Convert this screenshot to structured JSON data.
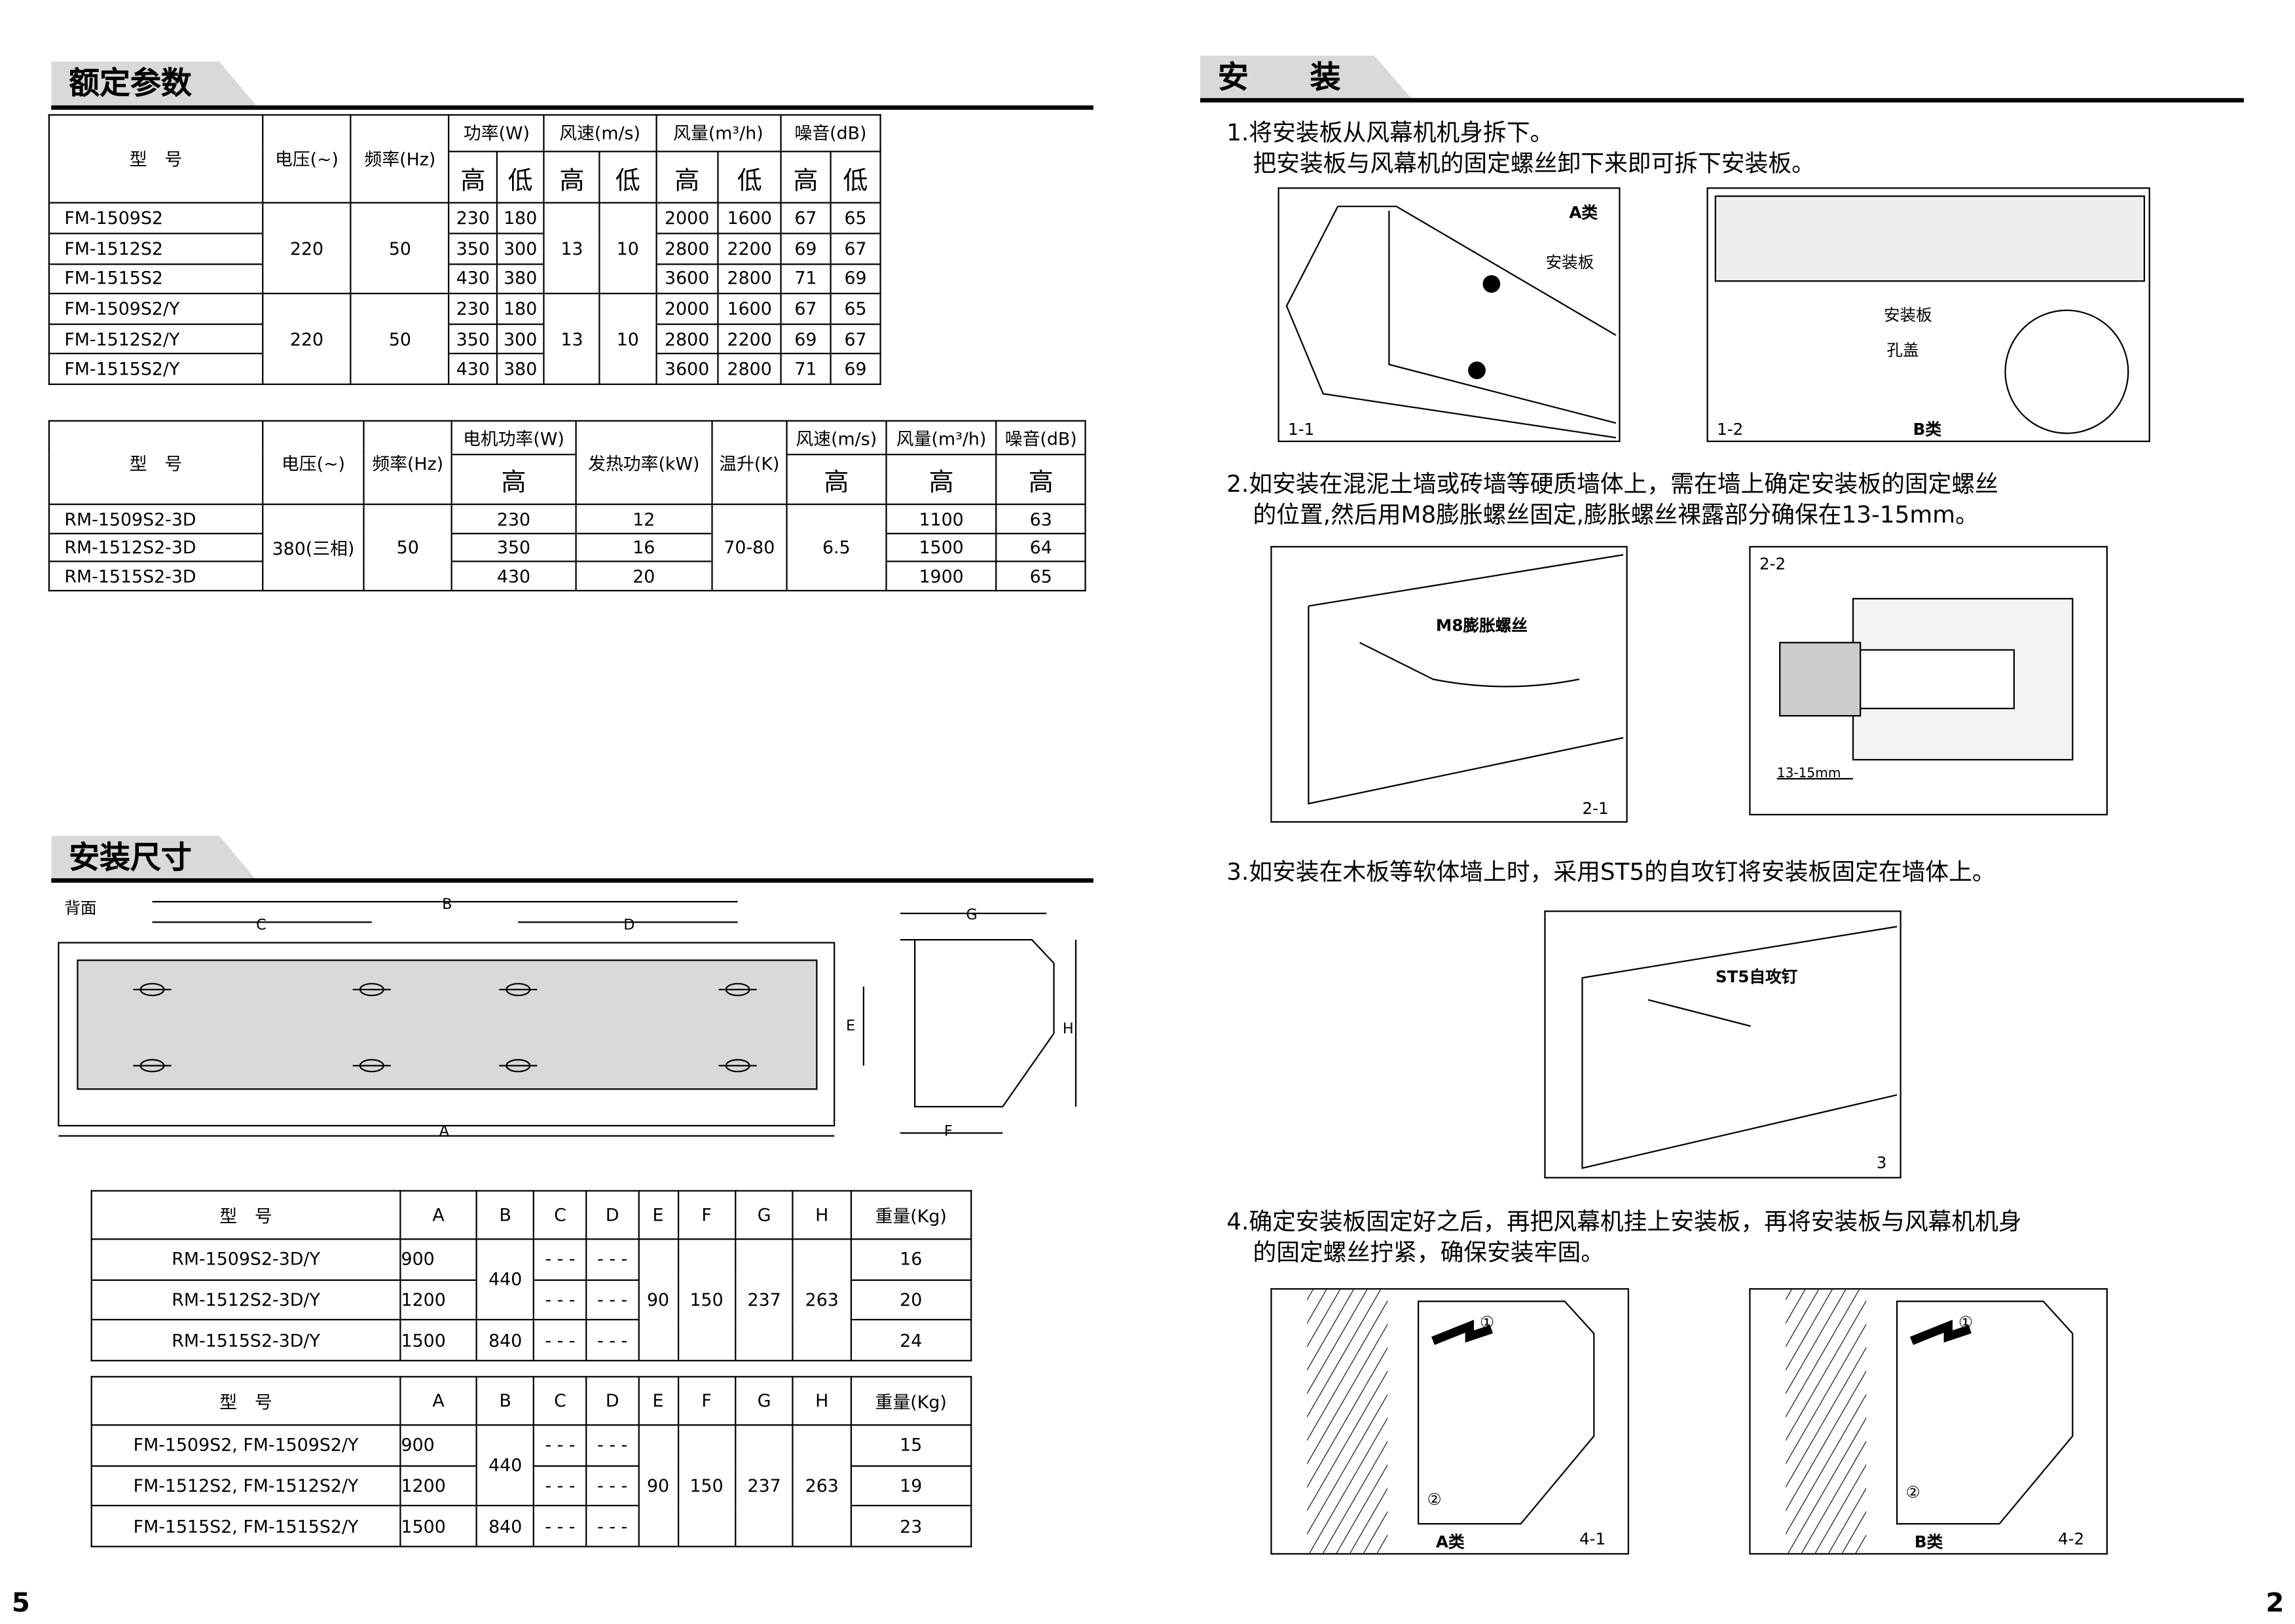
{
  "left": {
    "section1": "额定参数",
    "t1": {
      "h": [
        "型　号",
        "电压(~)",
        "频率(Hz)",
        "功率(W)",
        "风速(m/s)",
        "风量(m³/h)",
        "噪音(dB)"
      ],
      "hi": "高",
      "lo": "低",
      "groups": [
        {
          "v": "220",
          "f": "50",
          "ws": [
            "13",
            "10"
          ],
          "rows": [
            [
              "FM-1509S2",
              "230",
              "180",
              "2000",
              "1600",
              "67",
              "65"
            ],
            [
              "FM-1512S2",
              "350",
              "300",
              "2800",
              "2200",
              "69",
              "67"
            ],
            [
              "FM-1515S2",
              "430",
              "380",
              "3600",
              "2800",
              "71",
              "69"
            ]
          ]
        },
        {
          "v": "220",
          "f": "50",
          "ws": [
            "13",
            "10"
          ],
          "rows": [
            [
              "FM-1509S2/Y",
              "230",
              "180",
              "2000",
              "1600",
              "67",
              "65"
            ],
            [
              "FM-1512S2/Y",
              "350",
              "300",
              "2800",
              "2200",
              "69",
              "67"
            ],
            [
              "FM-1515S2/Y",
              "430",
              "380",
              "3600",
              "2800",
              "71",
              "69"
            ]
          ]
        }
      ]
    },
    "t2": {
      "h": [
        "型　号",
        "电压(~)",
        "频率(Hz)",
        "电机功率(W)",
        "发热功率(kW)",
        "温升(K)",
        "风速(m/s)",
        "风量(m³/h)",
        "噪音(dB)"
      ],
      "hi": "高",
      "v": "380(三相)",
      "f": "50",
      "temp": "70-80",
      "ws": "6.5",
      "rows": [
        [
          "RM-1509S2-3D",
          "230",
          "12",
          "1100",
          "63"
        ],
        [
          "RM-1512S2-3D",
          "350",
          "16",
          "1500",
          "64"
        ],
        [
          "RM-1515S2-3D",
          "430",
          "20",
          "1900",
          "65"
        ]
      ]
    },
    "section2": "安装尺寸",
    "diagram": {
      "back": "背面",
      "A": "A",
      "B": "B",
      "C": "C",
      "D": "D",
      "E": "E",
      "F": "F",
      "G": "G",
      "H": "H"
    },
    "t3": {
      "h": [
        "型　号",
        "A",
        "B",
        "C",
        "D",
        "E",
        "F",
        "G",
        "H",
        "重量(Kg)"
      ],
      "E": "90",
      "F": "150",
      "G": "237",
      "H": "263",
      "dash": "- - -",
      "rows": [
        [
          "RM-1509S2-3D/Y",
          "900",
          "440",
          "16"
        ],
        [
          "RM-1512S2-3D/Y",
          "1200",
          "",
          "20"
        ],
        [
          "RM-1515S2-3D/Y",
          "1500",
          "840",
          "24"
        ]
      ]
    },
    "t4": {
      "rows": [
        [
          "FM-1509S2, FM-1509S2/Y",
          "900",
          "440",
          "15"
        ],
        [
          "FM-1512S2, FM-1512S2/Y",
          "1200",
          "",
          "19"
        ],
        [
          "FM-1515S2, FM-1515S2/Y",
          "1500",
          "840",
          "23"
        ]
      ]
    },
    "page": "5"
  },
  "right": {
    "section": "安　　装",
    "step1": [
      "1.将安装板从风幕机机身拆下。",
      "把安装板与风幕机的固定螺丝卸下来即可拆下安装板。"
    ],
    "fig11": {
      "type": "A类",
      "plate": "安装板",
      "id": "1-1"
    },
    "fig12": {
      "plate": "安装板",
      "cap": "孔盖",
      "type": "B类",
      "id": "1-2"
    },
    "step2": [
      "2.如安装在混泥土墙或砖墙等硬质墙体上，需在墙上确定安装板的固定螺丝",
      "的位置,然后用M8膨胀螺丝固定,膨胀螺丝裸露部分确保在13-15mm。"
    ],
    "fig21": {
      "label": "M8膨胀螺丝",
      "id": "2-1"
    },
    "fig22": {
      "id": "2-2",
      "dim": "13-15mm"
    },
    "step3": "3.如安装在木板等软体墙上时，采用ST5的自攻钉将安装板固定在墙体上。",
    "fig3": {
      "label": "ST5自攻钉",
      "id": "3"
    },
    "step4": [
      "4.确定安装板固定好之后，再把风幕机挂上安装板，再将安装板与风幕机机身",
      "的固定螺丝拧紧，确保安装牢固。"
    ],
    "fig41": {
      "type": "A类",
      "id": "4-1",
      "n1": "①",
      "n2": "②"
    },
    "fig42": {
      "type": "B类",
      "id": "4-2",
      "n1": "①",
      "n2": "②"
    },
    "page": "2"
  }
}
